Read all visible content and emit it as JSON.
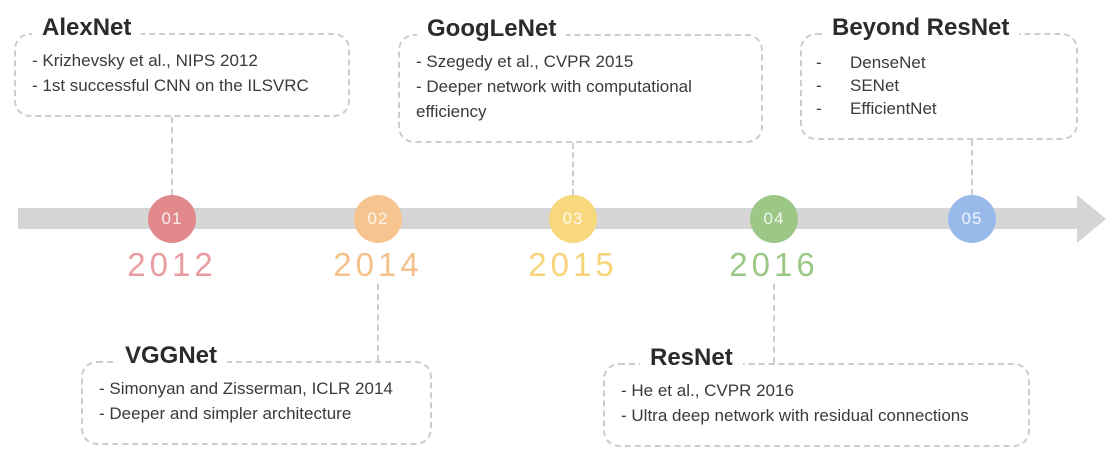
{
  "palette": {
    "bar_color": "#d5d5d5",
    "dash_color": "#cdcdcd",
    "title_color": "#2b2b2b",
    "body_color": "#3a3a3a"
  },
  "timeline": {
    "milestones": [
      {
        "number": "01",
        "year": "2012",
        "circle_color": "#e2898c",
        "year_color": "#ea9da1"
      },
      {
        "number": "02",
        "year": "2014",
        "circle_color": "#f5c48f",
        "year_color": "#f4c18b"
      },
      {
        "number": "03",
        "year": "2015",
        "circle_color": "#f8d87d",
        "year_color": "#f7d379"
      },
      {
        "number": "04",
        "year": "2016",
        "circle_color": "#9cc786",
        "year_color": "#9bc985"
      },
      {
        "number": "05",
        "year": "",
        "circle_color": "#98baeb",
        "year_color": ""
      }
    ]
  },
  "boxes": {
    "alexnet": {
      "title": "AlexNet",
      "items": [
        "- Krizhevsky et al., NIPS 2012",
        "- 1st successful CNN on the ILSVRC"
      ]
    },
    "vggnet": {
      "title": "VGGNet",
      "items": [
        "- Simonyan and Zisserman, ICLR 2014",
        "- Deeper and simpler architecture"
      ]
    },
    "googlenet": {
      "title": "GoogLeNet",
      "items": [
        "- Szegedy et al., CVPR 2015",
        "- Deeper network with computational efficiency"
      ]
    },
    "resnet": {
      "title": "ResNet",
      "items": [
        "- He et al., CVPR 2016",
        "- Ultra deep network with residual connections"
      ]
    },
    "beyond_resnet": {
      "title": "Beyond ResNet",
      "marker": "-",
      "items": [
        "DenseNet",
        "SENet",
        "EfficientNet"
      ]
    }
  }
}
